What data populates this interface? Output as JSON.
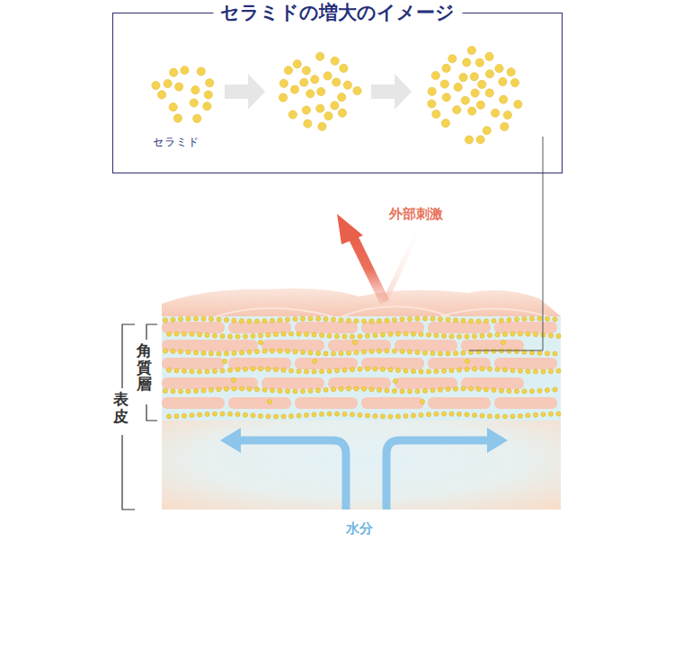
{
  "diagram": {
    "nodes": [
      {
        "text": [
          "セラミドの増大のイメージ",
          "セラミド"
        ]
      }
    ],
    "labels": [
      "外部刺激",
      "水分",
      "角質層",
      "表皮"
    ]
  }
}
